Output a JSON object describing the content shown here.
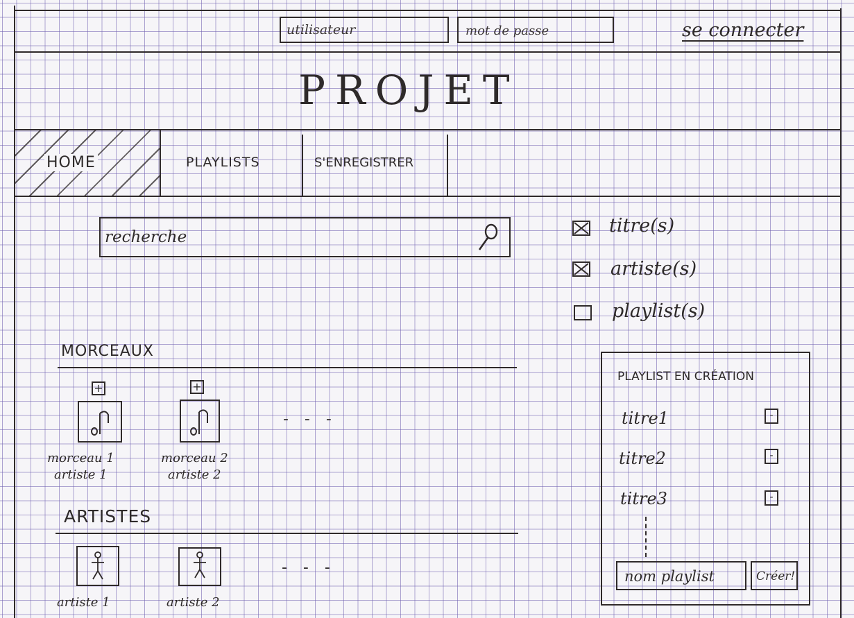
{
  "login": {
    "username_placeholder": "utilisateur",
    "password_placeholder": "mot de passe",
    "connect_label": "se connecter"
  },
  "site_title": "PROJET",
  "nav": {
    "items": [
      {
        "label": "HOME",
        "active": true
      },
      {
        "label": "PLAYLISTS",
        "active": false
      },
      {
        "label": "S'ENREGISTRER",
        "active": false
      }
    ]
  },
  "search": {
    "placeholder": "recherche",
    "icon": "search-icon"
  },
  "filters": [
    {
      "label": "titre(s)",
      "checked": true
    },
    {
      "label": "artiste(s)",
      "checked": true
    },
    {
      "label": "playlist(s)",
      "checked": false
    }
  ],
  "tracks": {
    "heading": "MORCEAUX",
    "add_symbol": "+",
    "items": [
      {
        "title": "morceau 1",
        "artist": "artiste 1",
        "icon": "music-note-icon"
      },
      {
        "title": "morceau 2",
        "artist": "artiste 2",
        "icon": "music-note-icon"
      }
    ],
    "more": "- - -"
  },
  "artists": {
    "heading": "ARTISTES",
    "items": [
      {
        "name": "artiste 1",
        "icon": "person-icon"
      },
      {
        "name": "artiste 2",
        "icon": "person-icon"
      }
    ],
    "more": "- - -"
  },
  "playlist_panel": {
    "heading": "PLAYLIST EN CRÉATION",
    "remove_symbol": "-",
    "items": [
      {
        "title": "titre1"
      },
      {
        "title": "titre2"
      },
      {
        "title": "titre3"
      }
    ],
    "name_placeholder": "nom playlist",
    "create_label": "Créer!"
  }
}
